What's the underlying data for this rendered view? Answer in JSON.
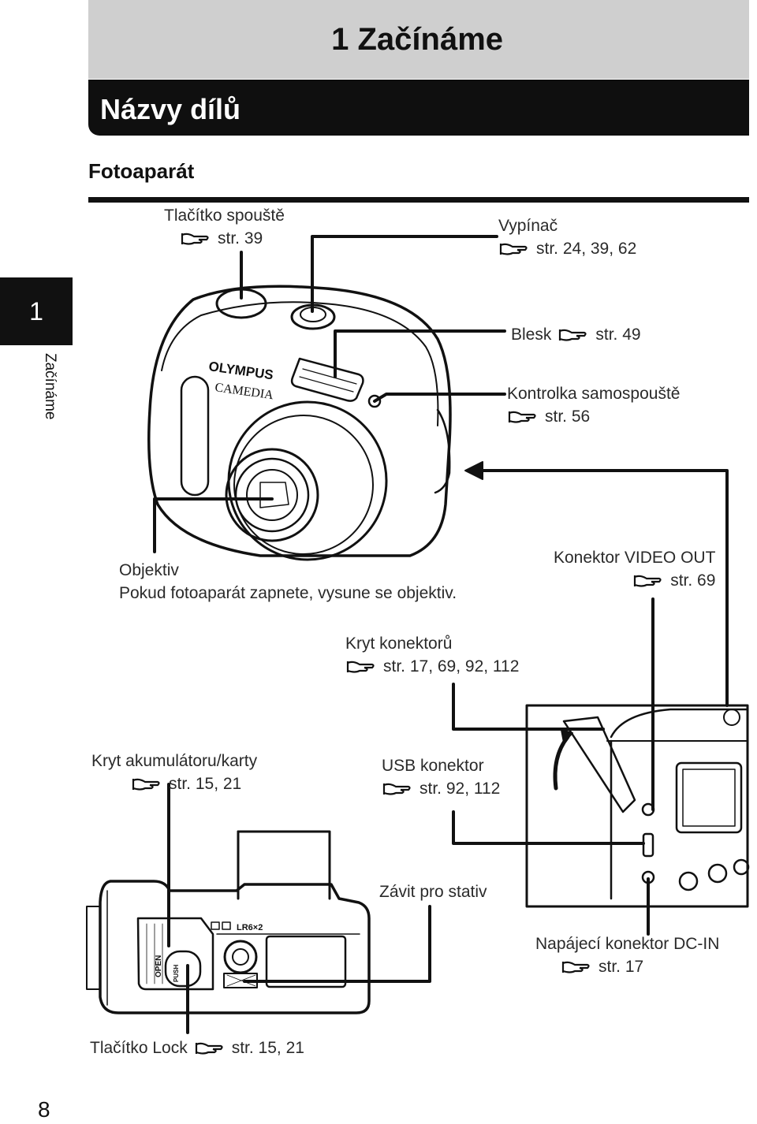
{
  "chapter": {
    "title": "1 Začínáme",
    "tab_number": "1",
    "tab_label": "Začínáme"
  },
  "section": {
    "title": "Názvy dílů"
  },
  "subsection": {
    "title": "Fotoaparát"
  },
  "camera": {
    "brand": "OLYMPUS",
    "model": "CAMEDIA"
  },
  "battery_marking": "LR6×2",
  "door_labels": {
    "open": "OPEN",
    "push": "PUSH"
  },
  "labels": {
    "shutter": {
      "name": "Tlačítko spouště",
      "ref": "str. 39"
    },
    "power": {
      "name": "Vypínač",
      "ref": "str. 24, 39, 62"
    },
    "flash": {
      "name": "Blesk",
      "ref": "str. 49"
    },
    "selftimer": {
      "name": "Kontrolka samospouště",
      "ref": "str. 56"
    },
    "lens": {
      "name": "Objektiv",
      "note": "Pokud fotoaparát zapnete, vysune se objektiv."
    },
    "video_out": {
      "name": "Konektor VIDEO OUT",
      "ref": "str. 69"
    },
    "connector_cover": {
      "name": "Kryt konektorů",
      "ref": "str. 17, 69, 92, 112"
    },
    "battery_cover": {
      "name": "Kryt akumulátoru/karty",
      "ref": "str. 15, 21"
    },
    "usb": {
      "name": "USB konektor",
      "ref": "str. 92, 112"
    },
    "tripod": {
      "name": "Závit pro stativ"
    },
    "dc_in": {
      "name": "Napájecí konektor DC-IN",
      "ref": "str. 17"
    },
    "lock": {
      "name": "Tlačítko Lock",
      "ref": "str. 15, 21"
    }
  },
  "page_number": "8"
}
